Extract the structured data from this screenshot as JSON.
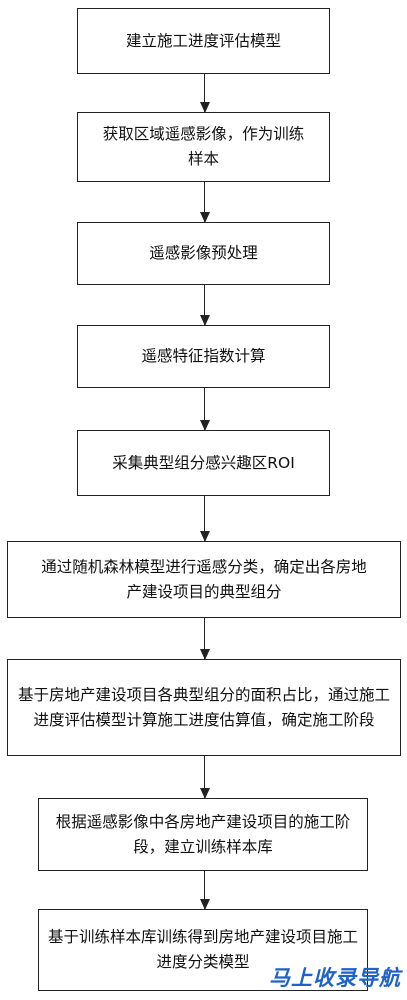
{
  "flowchart": {
    "steps": [
      "建立施工进度评估模型",
      "获取区域遥感影像，作为训练样本",
      "遥感影像预处理",
      "遥感特征指数计算",
      "采集典型组分感兴趣区ROI",
      "通过随机森林模型进行遥感分类，确定出各房地产建设项目的典型组分",
      "基于房地产建设项目各典型组分的面积占比，通过施工进度评估模型计算施工进度估算值，确定施工阶段",
      "根据遥感影像中各房地产建设项目的施工阶段，建立训练样本库",
      "基于训练样本库训练得到房地产建设项目施工进度分类模型"
    ]
  },
  "watermark": {
    "text": "马上收录导航"
  }
}
